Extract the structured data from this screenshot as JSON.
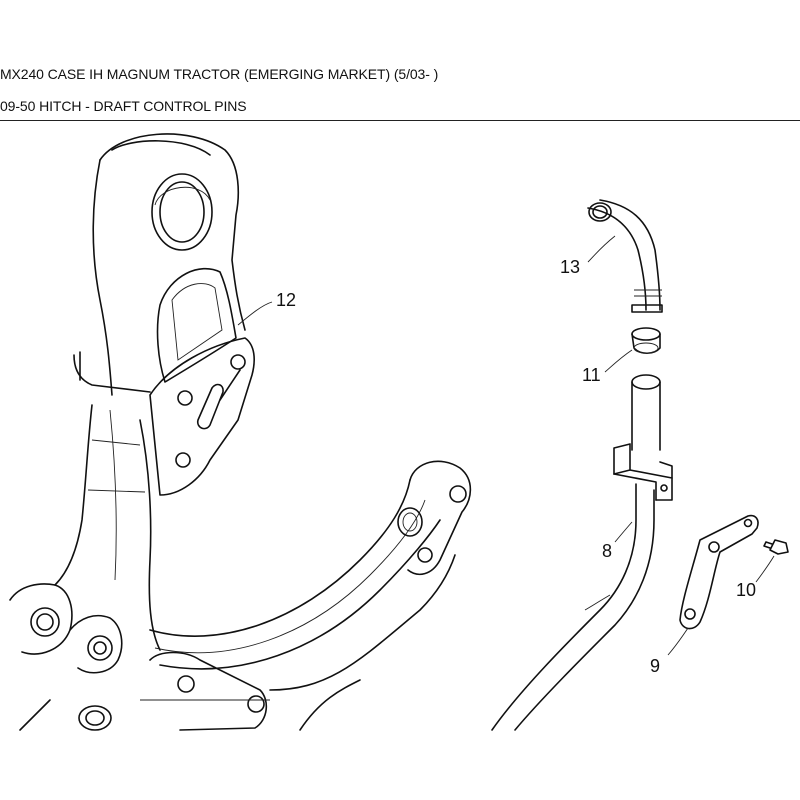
{
  "header": {
    "title": "MX240 CASE IH MAGNUM TRACTOR (EMERGING MARKET) (5/03- )",
    "subtitle": "09-50 HITCH - DRAFT CONTROL PINS"
  },
  "callouts": {
    "p12": "12",
    "p13": "13",
    "p11": "11",
    "p8": "8",
    "p9": "9",
    "p10": "10"
  }
}
